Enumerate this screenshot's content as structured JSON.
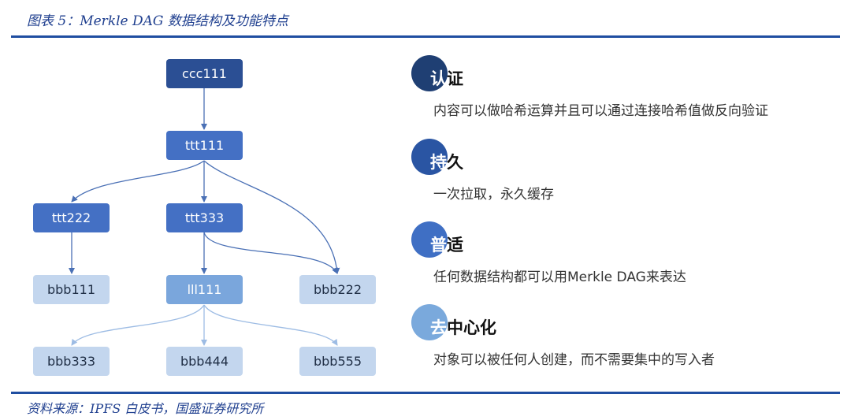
{
  "caption": "图表 5：Merkle DAG 数据结构及功能特点",
  "source": "资料来源：IPFS 白皮书，国盛证券研究所",
  "colors": {
    "rule": "#1f4ea1",
    "root_node": "#2b4f94",
    "mid_node": "#4470c4",
    "highlight_leaf": "#7aa6dc",
    "leaf_node": "#c3d6ee",
    "edge_dark": "#4a70b5",
    "edge_light": "#9dbce4"
  },
  "diagram": {
    "nodes": [
      {
        "id": "ccc111",
        "label": "ccc111"
      },
      {
        "id": "ttt111",
        "label": "ttt111"
      },
      {
        "id": "ttt222",
        "label": "ttt222"
      },
      {
        "id": "ttt333",
        "label": "ttt333"
      },
      {
        "id": "bbb111",
        "label": "bbb111"
      },
      {
        "id": "lll111",
        "label": "lll111"
      },
      {
        "id": "bbb222",
        "label": "bbb222"
      },
      {
        "id": "bbb333",
        "label": "bbb333"
      },
      {
        "id": "bbb444",
        "label": "bbb444"
      },
      {
        "id": "bbb555",
        "label": "bbb555"
      }
    ],
    "edges": [
      {
        "from": "ccc111",
        "to": "ttt111"
      },
      {
        "from": "ttt111",
        "to": "ttt222"
      },
      {
        "from": "ttt111",
        "to": "ttt333"
      },
      {
        "from": "ttt111",
        "to": "bbb222"
      },
      {
        "from": "ttt222",
        "to": "bbb111"
      },
      {
        "from": "ttt333",
        "to": "lll111"
      },
      {
        "from": "ttt333",
        "to": "bbb222"
      },
      {
        "from": "lll111",
        "to": "bbb333"
      },
      {
        "from": "lll111",
        "to": "bbb444"
      },
      {
        "from": "lll111",
        "to": "bbb555"
      }
    ]
  },
  "features": [
    {
      "first": "认",
      "rest": "证",
      "desc": "内容可以做哈希运算并且可以通过连接哈希值做反向验证",
      "color": "#1f3f73"
    },
    {
      "first": "持",
      "rest": "久",
      "desc": "一次拉取，永久缓存",
      "color": "#2a55a3"
    },
    {
      "first": "普",
      "rest": "适",
      "desc": "任何数据结构都可以用Merkle DAG来表达",
      "color": "#3f6fc4"
    },
    {
      "first": "去",
      "rest": "中心化",
      "desc": "对象可以被任何人创建，而不需要集中的写入者",
      "color": "#7aa9dc"
    }
  ]
}
